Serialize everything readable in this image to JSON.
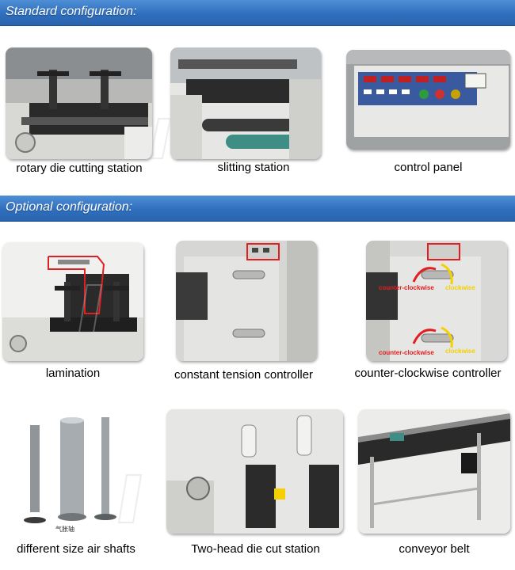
{
  "sections": {
    "standard": {
      "title": "Standard configuration:"
    },
    "optional": {
      "title": "Optional configuration:"
    }
  },
  "standard_items": [
    {
      "caption": "rotary die cutting station",
      "icon": "rotary-die-cutting-station-photo"
    },
    {
      "caption": "slitting station",
      "icon": "slitting-station-photo"
    },
    {
      "caption": "control panel",
      "icon": "control-panel-photo"
    }
  ],
  "optional_items": [
    {
      "caption": "lamination",
      "icon": "lamination-photo"
    },
    {
      "caption": "constant tension controller",
      "icon": "constant-tension-controller-photo"
    },
    {
      "caption": "counter-clockwise controller",
      "icon": "counter-clockwise-controller-photo",
      "labels": [
        "counter-clockwise",
        "clockwise",
        "counter-clockwise",
        "clockwise"
      ]
    },
    {
      "caption": "different size air shafts",
      "icon": "air-shafts-photo",
      "labels": [
        "气胀轴"
      ]
    },
    {
      "caption": "Two-head die cut station",
      "icon": "two-head-die-cut-station-photo"
    },
    {
      "caption": "conveyor belt",
      "icon": "conveyor-belt-photo"
    }
  ],
  "colors": {
    "header_bar": "#2f6fbe",
    "caption_text": "#000000",
    "arrow_red": "#e02020",
    "arrow_yellow": "#f5d000"
  }
}
